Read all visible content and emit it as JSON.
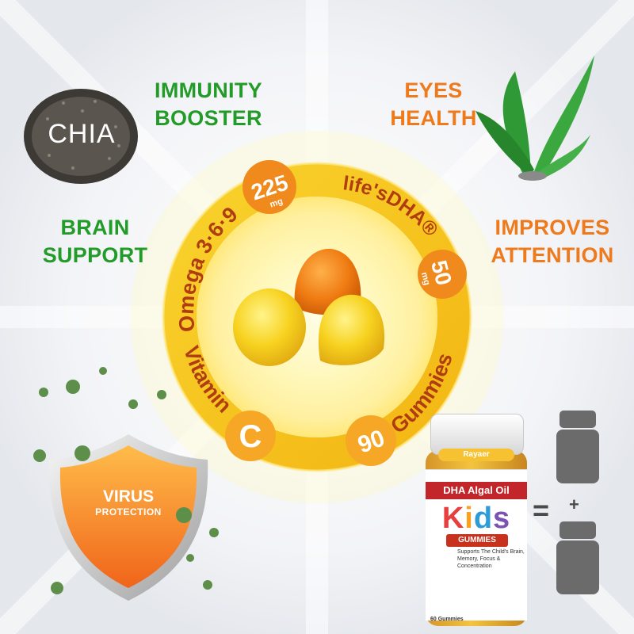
{
  "features": {
    "immunity": [
      "IMMUNITY",
      "BOOSTER"
    ],
    "eyes": [
      "EYES",
      "HEALTH"
    ],
    "brain": [
      "BRAIN",
      "SUPPORT"
    ],
    "attention": [
      "IMPROVES",
      "ATTENTION"
    ]
  },
  "ring": {
    "omega": "Omega 3·6·9",
    "dha": "life'sDHA®",
    "vitamin": "Vitamin",
    "gummies": "Gummies",
    "badge_225": "225",
    "badge_225_unit": "mg",
    "badge_50": "50",
    "badge_50_unit": "mg",
    "badge_c": "C",
    "badge_90": "90"
  },
  "chia": "CHIA",
  "virus": {
    "line1": "VIRUS",
    "line2": "PROTECTION"
  },
  "bottle": {
    "brand": "Rayaer",
    "product": "DHA Algal Oil",
    "kids": [
      "K",
      "i",
      "d",
      "s"
    ],
    "gummies": "GUMMIES",
    "desc": "Supports The Child's Brain, Memory, Focus & Concentration",
    "count": "60 Gummies"
  },
  "equation": {
    "equals": "=",
    "plus": "+"
  },
  "colors": {
    "green": "#239b28",
    "orange": "#ee7a1c",
    "ring": "#f6c21c",
    "badge": "#f08a1d"
  }
}
